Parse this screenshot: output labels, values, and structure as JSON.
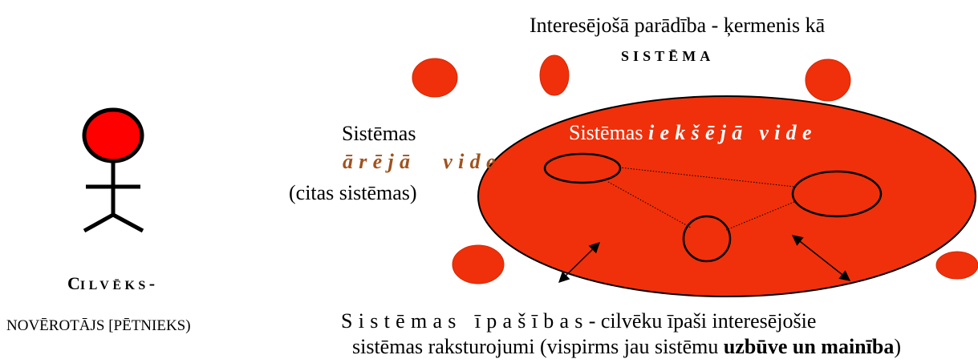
{
  "colors": {
    "system_fill": "#f0300a",
    "blob_fill": "#f0300a",
    "head_fill": "#ff0000",
    "outer_env_text": "#a0521e",
    "inner_env_text": "#ffffff",
    "line": "#000000"
  },
  "title": {
    "line1": "Interesējošā parādība - ķermenis kā",
    "line2": "SISTĒMA"
  },
  "outer_env": {
    "line1": "Sistēmas",
    "line2_a": "ārējā",
    "line2_b": "vide",
    "line3": "(citas sistēmas)"
  },
  "inner_env": {
    "prefix": "Sistēmas",
    "emphasis": "iekšējā vide"
  },
  "observer": {
    "label_line1_first": "C",
    "label_line1_rest": "ILVĒKS",
    "label_line1_dash": "-",
    "label_line2": "NOVĒROTĀJS [PĒTNIEKS)"
  },
  "properties": {
    "spaced_a": "Sistēmas",
    "spaced_b": "īpašības",
    "rest_line1": "- cilvēku īpaši  interesējošie",
    "line2_normal": "sistēmas raksturojumi (vispirms jau sistēmu ",
    "line2_bold": "uzbūve un mainība",
    "line2_end": ")"
  },
  "icons": {
    "observer": "stick-figure-icon",
    "arrows": "double-headed-arrow-icon"
  }
}
